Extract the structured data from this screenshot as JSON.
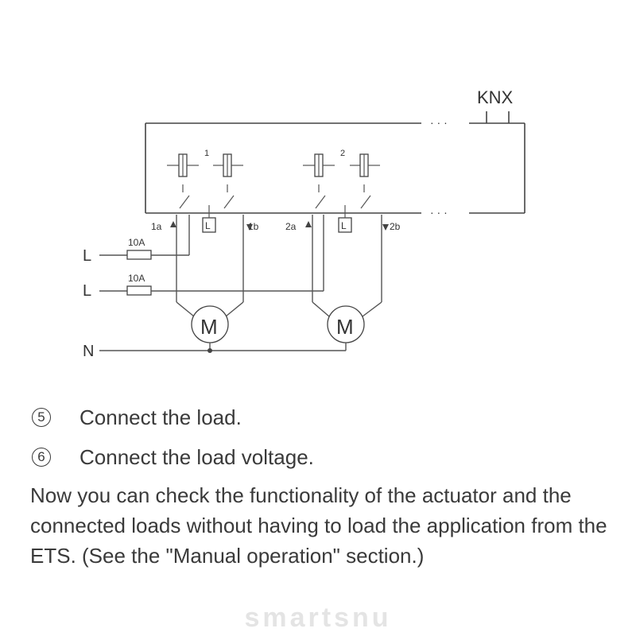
{
  "diagram": {
    "bus_label": "KNX",
    "dots": "· · ·",
    "channel_1_label": "1",
    "channel_2_label": "2",
    "relay_box_label": "L",
    "terminal_1a": "1a",
    "terminal_1b": "1b",
    "terminal_2a": "2a",
    "terminal_2b": "2b",
    "line_label": "L",
    "neutral_label": "N",
    "fuse_rating": "10A",
    "motor_label": "M"
  },
  "steps": [
    {
      "number": "5",
      "text": "Connect the load."
    },
    {
      "number": "6",
      "text": "Connect the load voltage."
    }
  ],
  "note": "Now you can check the functionality of the actuator and the connected loads without having to load the application from the ETS. (See the \"Manual operation\" section.)",
  "watermark": "smartsnu"
}
